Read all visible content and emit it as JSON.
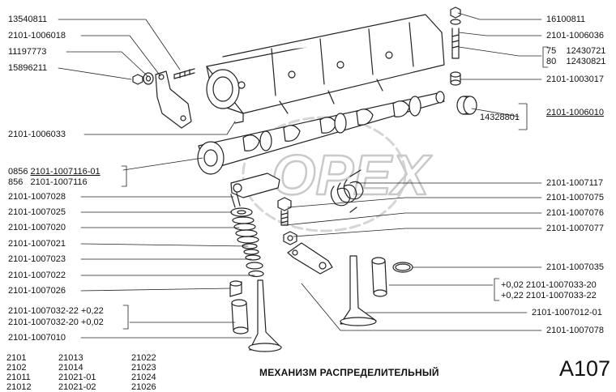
{
  "title": "МЕХАНИЗМ РАСПРЕДЕЛИТЕЛЬНЫЙ",
  "page_code": "A107",
  "watermark": "OPEX",
  "labels_left": [
    "13540811",
    "2101-1006018",
    "11197773",
    "15896211",
    "2101-1006033",
    "2101-1007116-01",
    "2101-1007116",
    "2101-1007028",
    "2101-1007025",
    "2101-1007020",
    "2101-1007021",
    "2101-1007023",
    "2101-1007022",
    "2101-1007026",
    "2101-1007032-22 +0,22",
    "2101-1007032-20 +0,02",
    "2101-1007010"
  ],
  "labels_left_prefix": [
    "0856",
    "856"
  ],
  "labels_right": [
    "16100811",
    "2101-1006036",
    "12430721",
    "12430821",
    "2101-1003017",
    "14328801",
    "2101-1006010",
    "2101-1007117",
    "2101-1007075",
    "2101-1007076",
    "2101-1007077",
    "2101-1007035",
    "+0,02 2101-1007033-20",
    "+0,22 2101-1007033-22",
    "2101-1007012-01",
    "2101-1007078"
  ],
  "labels_right_prefix": [
    "75",
    "80"
  ],
  "models": [
    [
      "2101",
      "21013",
      "21022"
    ],
    [
      "2102",
      "21014",
      "21023"
    ],
    [
      "21011",
      "21021-01",
      "21024"
    ],
    [
      "21012",
      "21021-02",
      "21026"
    ]
  ]
}
